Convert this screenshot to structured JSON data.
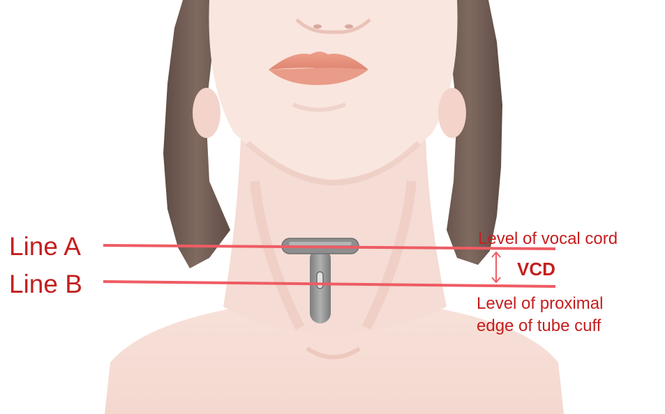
{
  "colors": {
    "label_text": "#c41e1e",
    "measure_line": "#ee5c64",
    "hair": "#6f5c54",
    "skin": "#f6dcd4",
    "skin_shadow": "#ecc5bd",
    "lips": "#e6907c",
    "device": "#8f8f8f"
  },
  "lines": {
    "a_label": "Line A",
    "b_label": "Line B"
  },
  "annotations": {
    "vocal_cord": "Level of vocal cord",
    "vcd": "VCD",
    "cuff_line1": "Level of proximal",
    "cuff_line2": "edge of tube cuff"
  },
  "icons": {
    "vcd_arrow": "double-headed-vertical-arrow",
    "device": "tracheostomy-tube"
  }
}
